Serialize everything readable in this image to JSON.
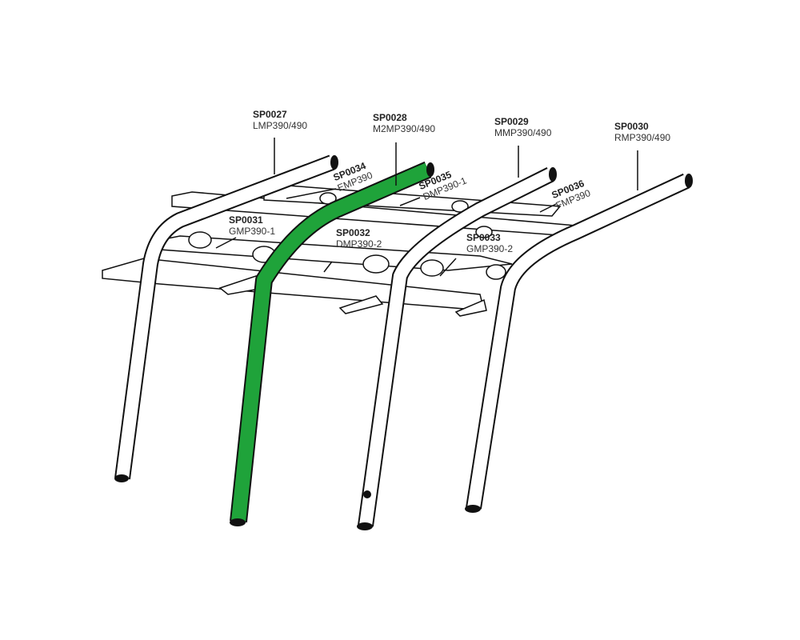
{
  "parts": [
    {
      "code": "SP0027",
      "name": "LMP390/490"
    },
    {
      "code": "SP0028",
      "name": "M2MP390/490",
      "highlight": true
    },
    {
      "code": "SP0029",
      "name": "MMP390/490"
    },
    {
      "code": "SP0030",
      "name": "RMP390/490"
    },
    {
      "code": "SP0034",
      "name": "EMP390"
    },
    {
      "code": "SP0035",
      "name": "DMP390-1"
    },
    {
      "code": "SP0036",
      "name": "FMP390"
    },
    {
      "code": "SP0031",
      "name": "GMP390-1"
    },
    {
      "code": "SP0032",
      "name": "DMP390-2"
    },
    {
      "code": "SP0033",
      "name": "GMP390-2"
    }
  ],
  "colors": {
    "highlight": "#1fa33a",
    "outline": "#111111"
  }
}
